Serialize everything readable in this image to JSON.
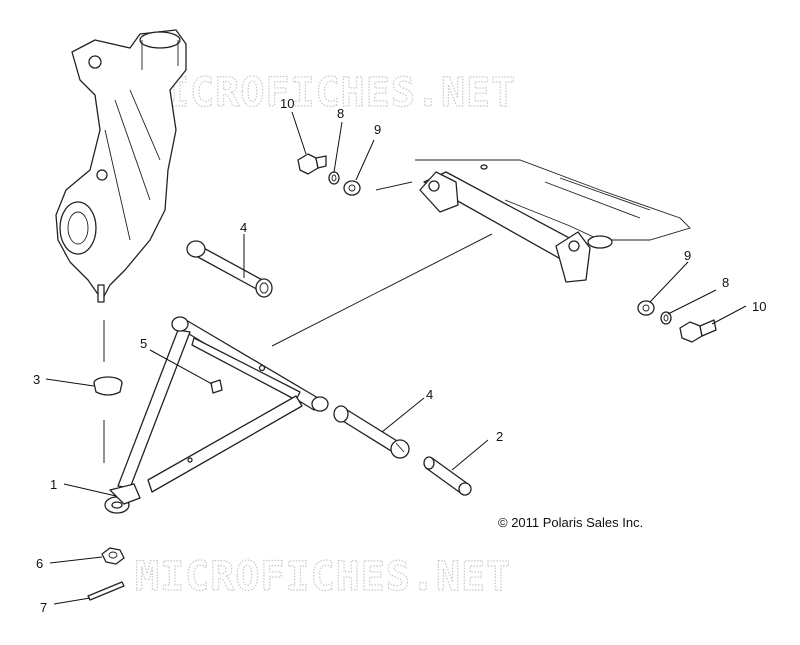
{
  "watermark_text": "MICROFICHES.NET",
  "copyright": "© 2011 Polaris Sales Inc.",
  "callouts": {
    "c1": "1",
    "c2": "2",
    "c3": "3",
    "c4a": "4",
    "c4b": "4",
    "c5": "5",
    "c6": "6",
    "c7": "7",
    "c8a": "8",
    "c8b": "8",
    "c9a": "9",
    "c9b": "9",
    "c10a": "10",
    "c10b": "10"
  }
}
